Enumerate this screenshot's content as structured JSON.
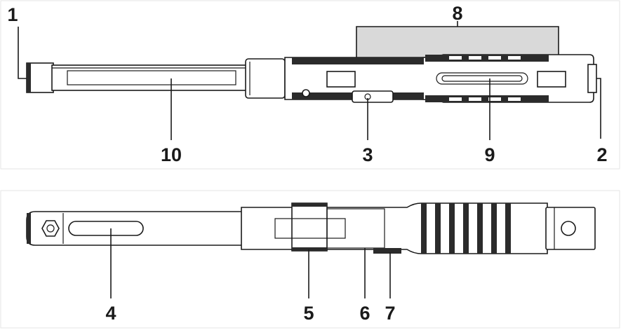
{
  "panels": {
    "top": {
      "callouts": [
        {
          "id": "c1",
          "label": "1"
        },
        {
          "id": "c8",
          "label": "8"
        },
        {
          "id": "c10",
          "label": "10"
        },
        {
          "id": "c3",
          "label": "3"
        },
        {
          "id": "c9",
          "label": "9"
        },
        {
          "id": "c2",
          "label": "2"
        }
      ]
    },
    "bottom": {
      "callouts": [
        {
          "id": "c4",
          "label": "4"
        },
        {
          "id": "c5",
          "label": "5"
        },
        {
          "id": "c6",
          "label": "6"
        },
        {
          "id": "c7",
          "label": "7"
        }
      ]
    }
  },
  "colors": {
    "ink": "#1a1a1a",
    "highlight_bracket": "#d9d9d9",
    "frame": "#e6e6e6"
  }
}
